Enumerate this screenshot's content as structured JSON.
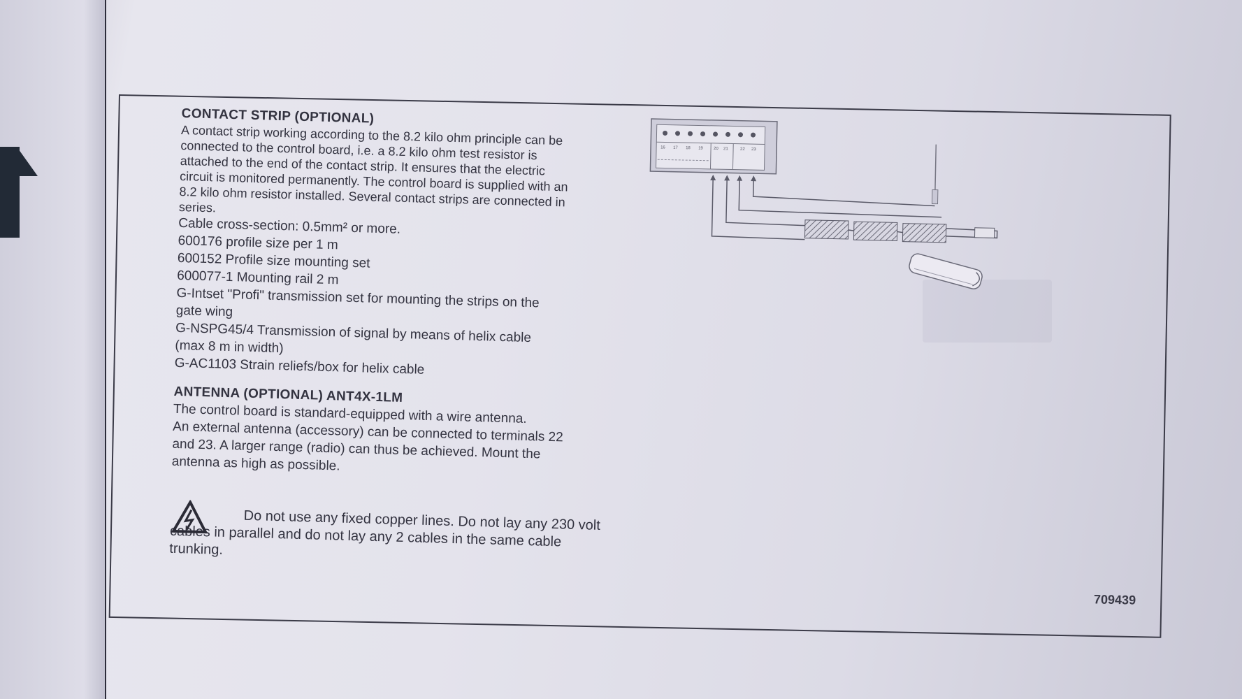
{
  "contact_strip": {
    "heading": "CONTACT STRIP (OPTIONAL)",
    "description_lines": [
      "A contact strip working according to the 8.2 kilo ohm principle can be",
      "connected to the control board, i.e. a 8.2 kilo ohm test resistor is",
      "attached to the end of the contact strip. It ensures that the electric",
      "circuit is monitored permanently. The control board is supplied with an",
      "8.2 kilo ohm resistor installed. Several contact strips are connected in",
      "series."
    ],
    "items": [
      "Cable cross-section: 0.5mm² or more.",
      "600176 profile size per 1 m",
      "600152 Profile size mounting set",
      "600077-1 Mounting rail 2 m",
      "G-Intset \"Profi\" transmission set for mounting the strips on the",
      "gate wing",
      "G-NSPG45/4 Transmission of signal by means of helix cable",
      "(max 8 m in width)",
      "G-AC1103 Strain reliefs/box for helix cable"
    ]
  },
  "antenna": {
    "heading": "ANTENNA (OPTIONAL) ANT4X-1LM",
    "lines": [
      "The control board is standard-equipped with a wire antenna.",
      "An external antenna (accessory) can be connected to terminals 22",
      "and 23. A larger range (radio) can thus be achieved. Mount the",
      "antenna as high as possible."
    ]
  },
  "warning": {
    "icon": "electrical-hazard-icon",
    "lines": [
      "Do not use any fixed copper lines. Do not lay any 230 volt",
      "cables in parallel and do not lay any 2 cables in the same cable",
      "trunking."
    ]
  },
  "doc_number": "709439",
  "diagram": {
    "terminal_numbers": [
      "16",
      "17",
      "18",
      "19",
      "20",
      "21",
      "22",
      "23"
    ]
  }
}
